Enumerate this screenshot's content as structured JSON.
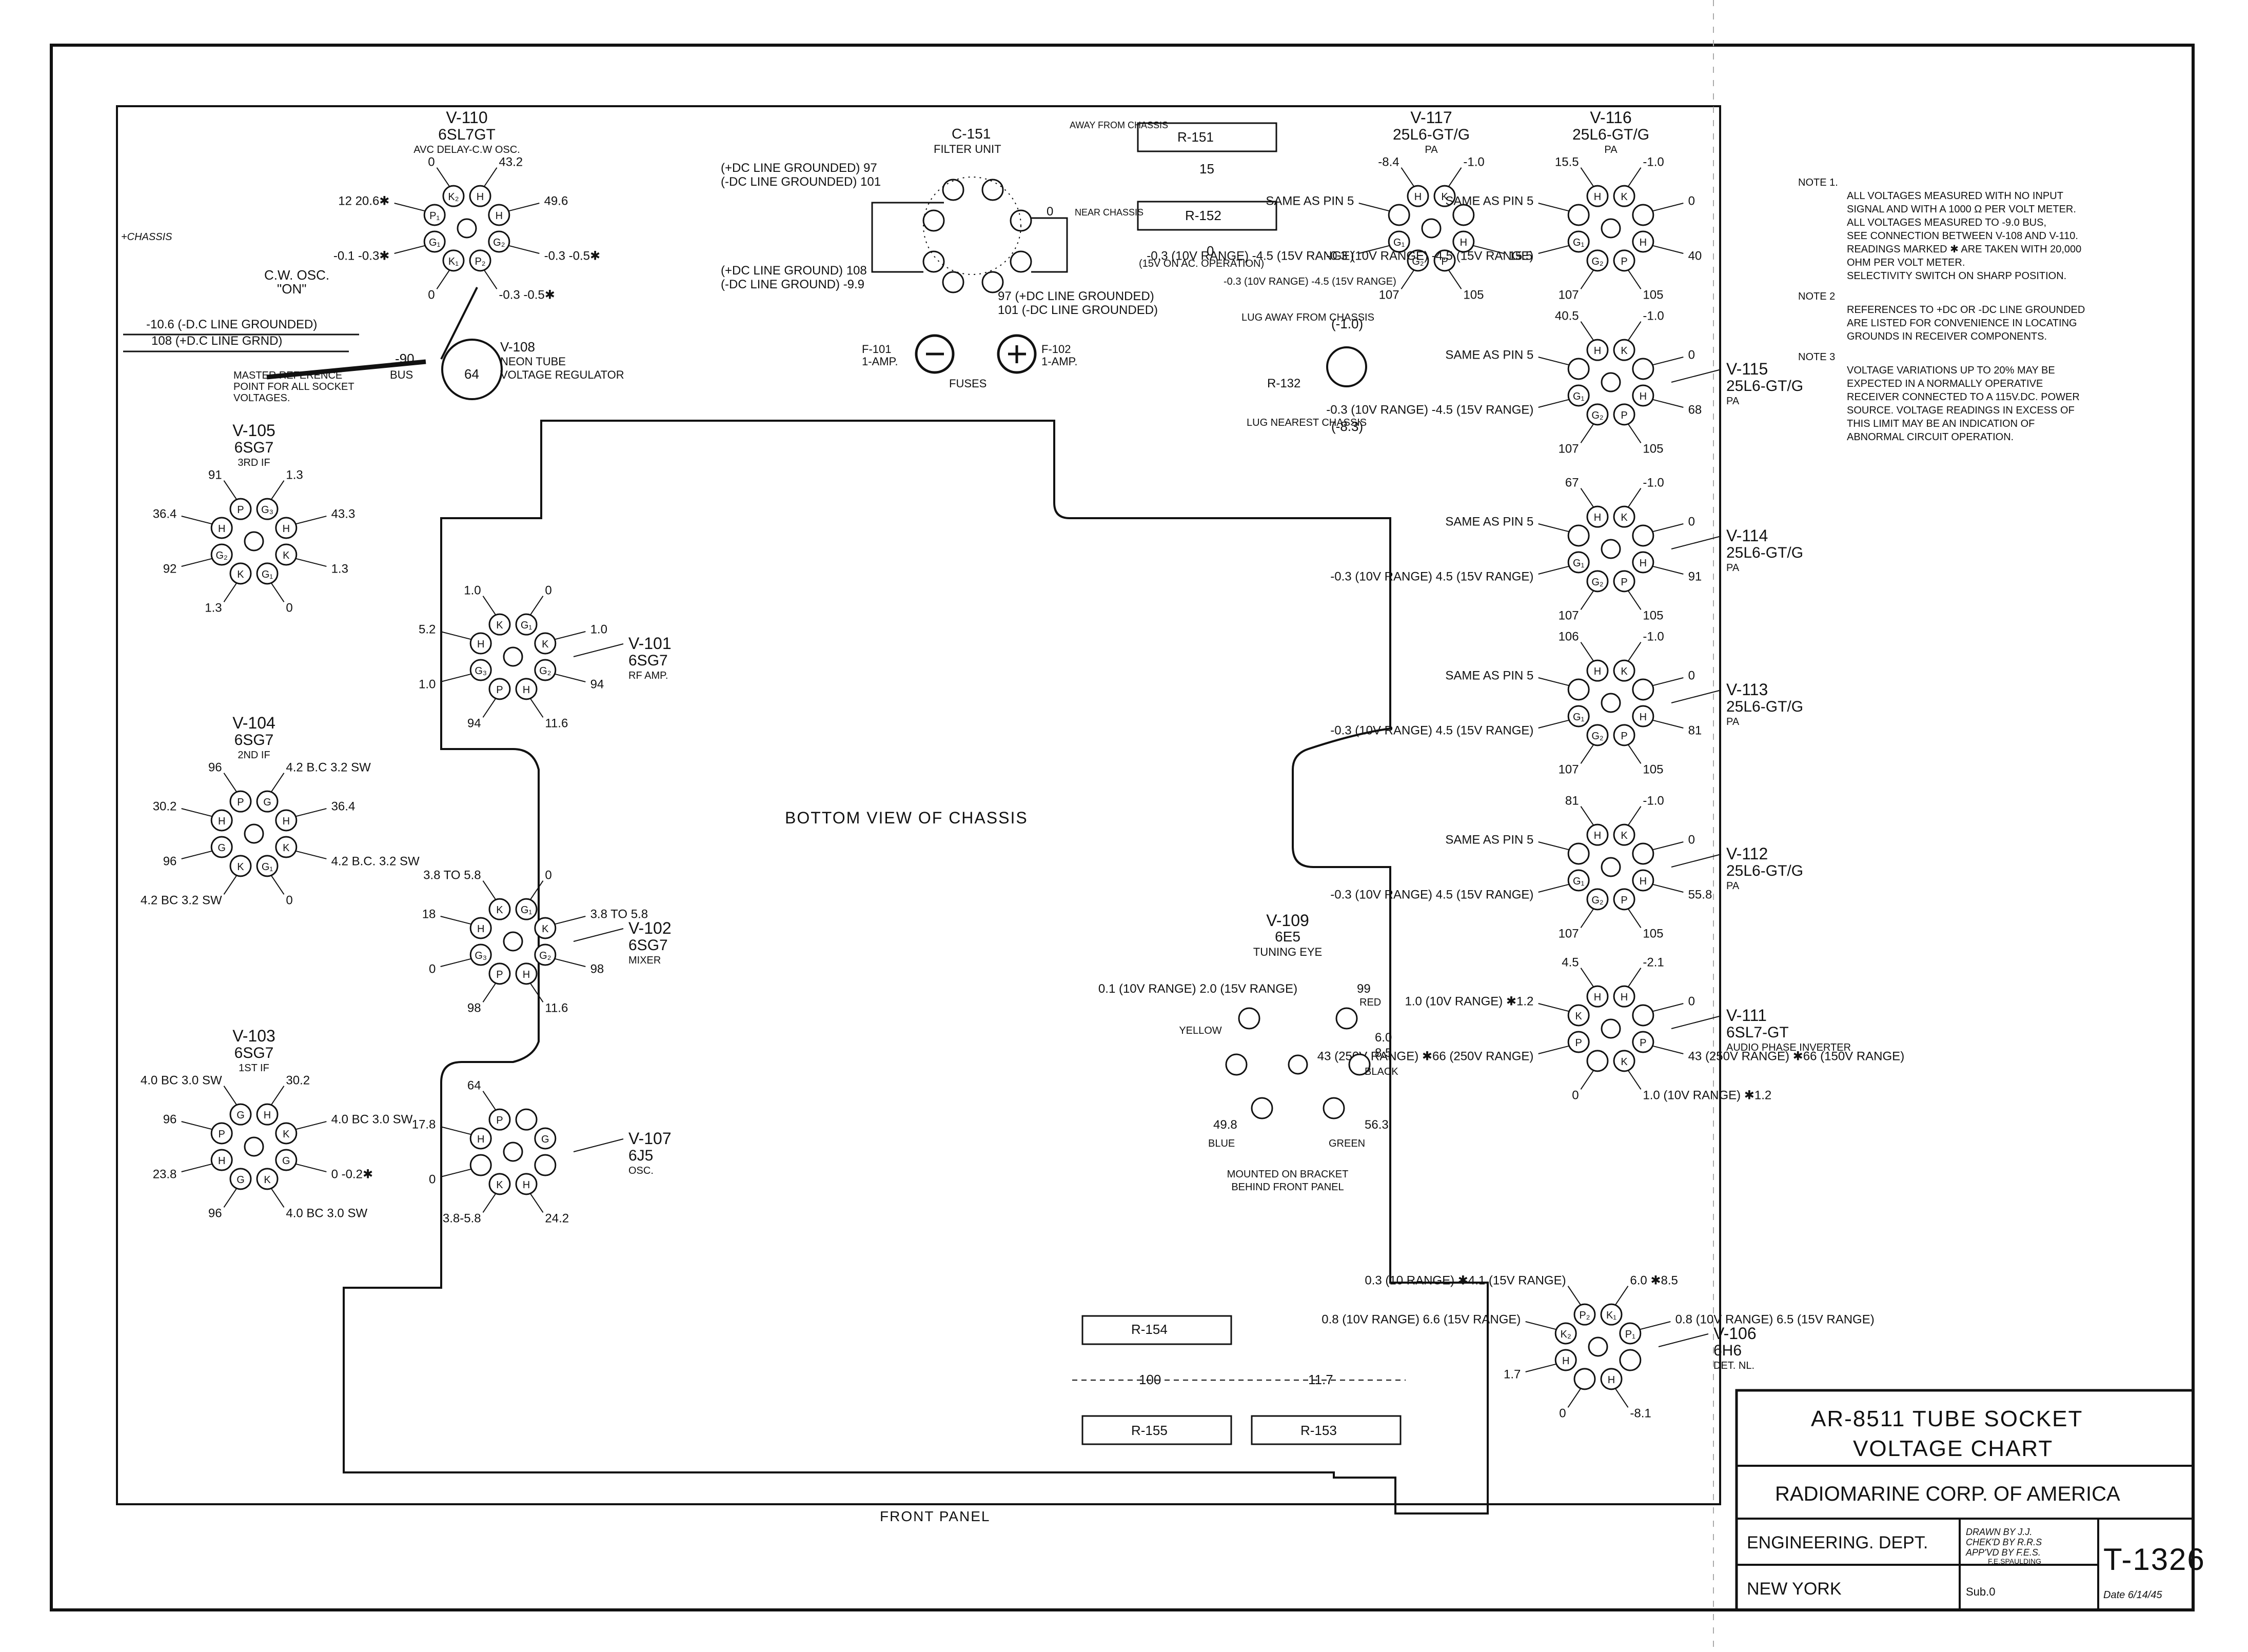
{
  "colors": {
    "ink": "#111111",
    "paper": "#ffffff"
  },
  "center_label": "BOTTOM VIEW OF CHASSIS",
  "front_label": "FRONT PANEL",
  "chassis_label": "+CHASSIS",
  "notes": [
    {
      "head": "NOTE 1.",
      "lines": [
        "ALL VOLTAGES MEASURED WITH NO INPUT",
        "SIGNAL AND WITH A 1000 Ω PER VOLT METER.",
        "ALL VOLTAGES MEASURED TO -9.0 BUS,",
        "SEE CONNECTION BETWEEN V-108 AND V-110.",
        "READINGS MARKED ✱ ARE TAKEN WITH 20,000",
        "OHM PER VOLT METER.",
        "SELECTIVITY SWITCH ON SHARP POSITION."
      ]
    },
    {
      "head": "NOTE 2",
      "lines": [
        "REFERENCES TO +DC OR -DC LINE GROUNDED",
        "ARE LISTED FOR CONVENIENCE IN LOCATING",
        "GROUNDS IN RECEIVER COMPONENTS."
      ]
    },
    {
      "head": "NOTE 3",
      "lines": [
        "VOLTAGE VARIATIONS UP TO 20% MAY BE",
        "EXPECTED IN A NORMALLY OPERATIVE",
        "RECEIVER CONNECTED TO A 115V.DC. POWER",
        "SOURCE. VOLTAGE READINGS IN EXCESS OF",
        "THIS LIMIT MAY BE AN INDICATION OF",
        "ABNORMAL CIRCUIT OPERATION."
      ]
    }
  ],
  "title_block": {
    "title1": "AR-8511 TUBE SOCKET",
    "title2": "VOLTAGE CHART",
    "company": "RADIOMARINE CORP. OF AMERICA",
    "dept": "ENGINEERING. DEPT.",
    "city": "NEW YORK",
    "drawn": "DRAWN BY  J.J.",
    "checked": "CHEK'D BY  R.R.S",
    "approved": "APP'VD BY  F.E.S.",
    "approver": "F.E.SPAULDING",
    "sub": "Sub.0",
    "number": "T-1326",
    "date": "Date 6/14/45"
  },
  "tubes": [
    {
      "id": "V-110",
      "type": "6SL7GT",
      "fn": "AVC DELAY-C.W OSC.",
      "pins": [
        "K₂",
        "H",
        "H",
        "G₂",
        "P₂",
        "K₁",
        "G₁",
        "P₁"
      ],
      "volts": [
        "0",
        "43.2",
        "49.6",
        "-0.3  -0.5✱",
        "-0.3  -0.5✱",
        "0",
        "-0.1  -0.3✱",
        "12  20.6✱"
      ]
    },
    {
      "id": "V-108",
      "type": "NEON TUBE",
      "fn": "VOLTAGE REGULATOR",
      "pins": [],
      "volts": [
        "-90",
        "64"
      ]
    },
    {
      "id": "V-105",
      "type": "6SG7",
      "fn": "3RD IF",
      "pins": [
        "P",
        "G₃",
        "H",
        "K",
        "G₁",
        "K",
        "G₂",
        "H"
      ],
      "volts": [
        "91",
        "1.3",
        "43.3",
        "1.3",
        "0",
        "1.3",
        "92",
        "36.4"
      ]
    },
    {
      "id": "V-104",
      "type": "6SG7",
      "fn": "2ND IF",
      "pins": [
        "P",
        "G",
        "H",
        "K",
        "G₁",
        "K",
        "G",
        "H"
      ],
      "volts": [
        "96",
        "4.2 B.C  3.2 SW",
        "36.4",
        "4.2 B.C.  3.2 SW",
        "0",
        "4.2 BC  3.2 SW",
        "96",
        "30.2"
      ]
    },
    {
      "id": "V-103",
      "type": "6SG7",
      "fn": "1ST IF",
      "pins": [
        "G",
        "H",
        "K",
        "G",
        "K",
        "G",
        "H",
        "P"
      ],
      "volts": [
        "4.0 BC  3.0 SW",
        "30.2",
        "4.0 BC  3.0 SW",
        "0  -0.2✱",
        "4.0 BC  3.0 SW",
        "96",
        "23.8",
        "96"
      ]
    },
    {
      "id": "V-101",
      "type": "6SG7",
      "fn": "RF AMP.",
      "pins": [
        "K",
        "G₁",
        "K",
        "G₂",
        "H",
        "P",
        "G₃",
        "H"
      ],
      "volts": [
        "1.0",
        "0",
        "1.0",
        "94",
        "11.6",
        "94",
        "1.0",
        "5.2"
      ]
    },
    {
      "id": "V-102",
      "type": "6SG7",
      "fn": "MIXER",
      "pins": [
        "K",
        "G₁",
        "K",
        "G₂",
        "H",
        "P",
        "G₃",
        "H"
      ],
      "volts": [
        "3.8 TO 5.8",
        "0",
        "3.8 TO 5.8",
        "98",
        "11.6",
        "98",
        "0",
        "18"
      ]
    },
    {
      "id": "V-107",
      "type": "6J5",
      "fn": "OSC.",
      "pins": [
        "P",
        "",
        "G",
        "",
        "H",
        "K",
        "",
        "H"
      ],
      "volts": [
        "64",
        "",
        "",
        "",
        "24.2",
        "3.8-5.8",
        "0",
        "17.8"
      ]
    },
    {
      "id": "C-151",
      "type": "FILTER UNIT",
      "fn": "",
      "volts": [
        "(+DC LINE GROUNDED) 97",
        "(-DC LINE GROUNDED) 101",
        "(+DC LINE GROUND) 108",
        "(-DC LINE GROUND) -9.9",
        "97 (+DC LINE GROUNDED)",
        "101 (-DC LINE GROUNDED)",
        "0"
      ]
    },
    {
      "id": "V-117",
      "type": "25L6-GT/G",
      "fn": "PA",
      "pins": [
        "H",
        "K",
        "",
        "H",
        "P",
        "G₂",
        "G₁",
        ""
      ],
      "volts": [
        "-8.4",
        "-1.0",
        "",
        "15.5",
        "105",
        "107",
        "-0.3 (10V RANGE)  -4.5 (15V RANGE)",
        "SAME AS PIN 5"
      ]
    },
    {
      "id": "V-116",
      "type": "25L6-GT/G",
      "fn": "PA",
      "pins": [
        "H",
        "K",
        "",
        "H",
        "P",
        "G₂",
        "G₁",
        ""
      ],
      "volts": [
        "15.5",
        "-1.0",
        "0",
        "40",
        "105",
        "107",
        "-0.3 (10V RANGE)  -4.5 (15V RANGE)",
        "SAME AS PIN 5"
      ]
    },
    {
      "id": "V-115",
      "type": "25L6-GT/G",
      "fn": "PA",
      "pins": [
        "H",
        "K",
        "",
        "H",
        "P",
        "G₂",
        "G₁",
        ""
      ],
      "volts": [
        "40.5",
        "-1.0",
        "0",
        "68",
        "105",
        "107",
        "-0.3 (10V RANGE)  -4.5 (15V RANGE)",
        "SAME AS PIN 5"
      ]
    },
    {
      "id": "V-114",
      "type": "25L6-GT/G",
      "fn": "PA",
      "pins": [
        "H",
        "K",
        "",
        "H",
        "P",
        "G₂",
        "G₁",
        ""
      ],
      "volts": [
        "67",
        "-1.0",
        "0",
        "91",
        "105",
        "107",
        "-0.3 (10V RANGE)  4.5 (15V RANGE)",
        "SAME AS PIN 5"
      ]
    },
    {
      "id": "V-113",
      "type": "25L6-GT/G",
      "fn": "PA",
      "pins": [
        "H",
        "K",
        "",
        "H",
        "P",
        "G₂",
        "G₁",
        ""
      ],
      "volts": [
        "106",
        "-1.0",
        "0",
        "81",
        "105",
        "107",
        "-0.3 (10V RANGE)  4.5 (15V RANGE)",
        "SAME AS PIN 5"
      ]
    },
    {
      "id": "V-112",
      "type": "25L6-GT/G",
      "fn": "PA",
      "pins": [
        "H",
        "K",
        "",
        "H",
        "P",
        "G₂",
        "G₁",
        ""
      ],
      "volts": [
        "81",
        "-1.0",
        "0",
        "55.8",
        "105",
        "107",
        "-0.3 (10V RANGE)  4.5 (15V RANGE)",
        "SAME AS PIN 5"
      ]
    },
    {
      "id": "V-111",
      "type": "6SL7-GT",
      "fn": "AUDIO PHASE INVERTER",
      "pins": [
        "H",
        "H",
        "",
        "P",
        "K",
        "",
        "P",
        "K"
      ],
      "volts": [
        "4.5",
        "-2.1",
        "0",
        "43 (250V RANGE)  ✱66 (150V RANGE)",
        "1.0 (10V RANGE)  ✱1.2",
        "0",
        "43 (250V RANGE)  ✱66 (250V RANGE)",
        "1.0 (10V RANGE)  ✱1.2"
      ]
    },
    {
      "id": "V-109",
      "type": "6E5",
      "fn": "TUNING EYE",
      "volts": [
        "0.1 (10V RANGE)  2.0 (15V RANGE)",
        "99",
        "6.0",
        "8.5",
        "56.3",
        "49.8",
        "YELLOW",
        "RED",
        "BLACK",
        "GREEN",
        "BLUE",
        "MOUNTED ON BRACKET",
        "BEHIND FRONT PANEL"
      ]
    },
    {
      "id": "V-106",
      "type": "6H6",
      "fn": "DET. NL.",
      "pins": [
        "P₂",
        "K₁",
        "P₁",
        "",
        "H",
        "",
        "H",
        "K₂"
      ],
      "volts": [
        "0.3 (10 RANGE)  ✱4.1 (15V RANGE)",
        "6.0  ✱8.5",
        "0.8 (10V RANGE)  6.5 (15V RANGE)",
        "",
        "-8.1",
        "0",
        "1.7",
        "0.8 (10V RANGE)  6.6 (15V RANGE)"
      ]
    }
  ],
  "resistors": {
    "r151": "R-151",
    "r152": "R-152",
    "r132": "R-132",
    "r153": "R-153",
    "r154": "R-154",
    "r155": "R-155",
    "away": "AWAY FROM CHASSIS",
    "near": "NEAR CHASSIS",
    "v15": "15",
    "v0": "0",
    "v0note": "(15V ON AC. OPERATION)",
    "r132top": "-0.3 (10V RANGE)  -4.5 (15V RANGE)",
    "lug_away": "LUG AWAY FROM CHASSIS",
    "r132a": "(-1.0)",
    "lug_near": "LUG NEAREST CHASSIS",
    "r132b": "(-8.3)",
    "v100": "100",
    "v117": "11.7"
  },
  "fuses": {
    "f101": "F-101",
    "f101r": "1-AMP.",
    "f102": "F-102",
    "f102r": "1-AMP.",
    "label": "FUSES"
  },
  "misc": {
    "cw_osc": "C.W. OSC.",
    "cw_on": "\"ON\"",
    "dc_gnd1": "-10.6 (-D.C LINE GROUNDED)",
    "dc_gnd2": "108  (+D.C LINE GRND)",
    "master_ref": "MASTER REFERENCE",
    "master_ref2": "POINT FOR ALL SOCKET",
    "master_ref3": "VOLTAGES.",
    "bus": "BUS"
  }
}
